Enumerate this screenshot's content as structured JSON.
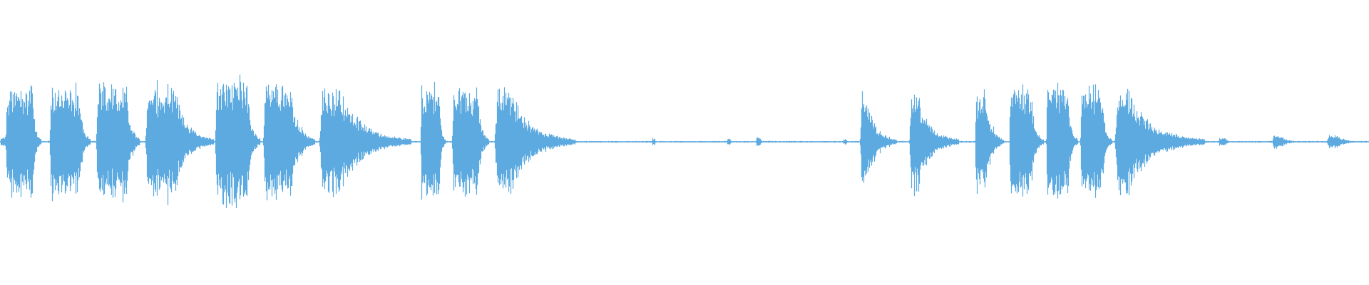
{
  "waveform": {
    "color": "#5DAAE0",
    "background": "#FFFFFF",
    "amplitude_scale": 1.0,
    "segments": [
      {
        "start": 0.0,
        "end": 0.004,
        "peak": 0.05,
        "decay": 0.0
      },
      {
        "start": 0.004,
        "end": 0.03,
        "peak": 0.55,
        "decay": 0.25
      },
      {
        "start": 0.036,
        "end": 0.066,
        "peak": 0.58,
        "decay": 0.3
      },
      {
        "start": 0.07,
        "end": 0.102,
        "peak": 0.6,
        "decay": 0.3
      },
      {
        "start": 0.106,
        "end": 0.156,
        "peak": 0.55,
        "decay": 0.55
      },
      {
        "start": 0.157,
        "end": 0.19,
        "peak": 0.66,
        "decay": 0.3
      },
      {
        "start": 0.192,
        "end": 0.23,
        "peak": 0.58,
        "decay": 0.45
      },
      {
        "start": 0.233,
        "end": 0.3,
        "peak": 0.55,
        "decay": 0.75
      },
      {
        "start": 0.307,
        "end": 0.325,
        "peak": 0.58,
        "decay": 0.25
      },
      {
        "start": 0.33,
        "end": 0.357,
        "peak": 0.56,
        "decay": 0.3
      },
      {
        "start": 0.361,
        "end": 0.42,
        "peak": 0.58,
        "decay": 0.8
      },
      {
        "start": 0.476,
        "end": 0.48,
        "peak": 0.04,
        "decay": 0.5
      },
      {
        "start": 0.531,
        "end": 0.536,
        "peak": 0.03,
        "decay": 0.5
      },
      {
        "start": 0.552,
        "end": 0.558,
        "peak": 0.05,
        "decay": 0.5
      },
      {
        "start": 0.616,
        "end": 0.62,
        "peak": 0.03,
        "decay": 0.5
      },
      {
        "start": 0.628,
        "end": 0.655,
        "peak": 0.46,
        "decay": 0.8
      },
      {
        "start": 0.664,
        "end": 0.7,
        "peak": 0.53,
        "decay": 0.8
      },
      {
        "start": 0.712,
        "end": 0.733,
        "peak": 0.52,
        "decay": 0.6
      },
      {
        "start": 0.737,
        "end": 0.762,
        "peak": 0.56,
        "decay": 0.35
      },
      {
        "start": 0.764,
        "end": 0.787,
        "peak": 0.58,
        "decay": 0.3
      },
      {
        "start": 0.789,
        "end": 0.812,
        "peak": 0.57,
        "decay": 0.3
      },
      {
        "start": 0.814,
        "end": 0.88,
        "peak": 0.58,
        "decay": 0.85
      },
      {
        "start": 0.89,
        "end": 0.9,
        "peak": 0.04,
        "decay": 0.5
      },
      {
        "start": 0.929,
        "end": 0.95,
        "peak": 0.07,
        "decay": 0.7
      },
      {
        "start": 0.969,
        "end": 0.995,
        "peak": 0.07,
        "decay": 0.7
      }
    ],
    "baseline_noise": 0.006
  }
}
